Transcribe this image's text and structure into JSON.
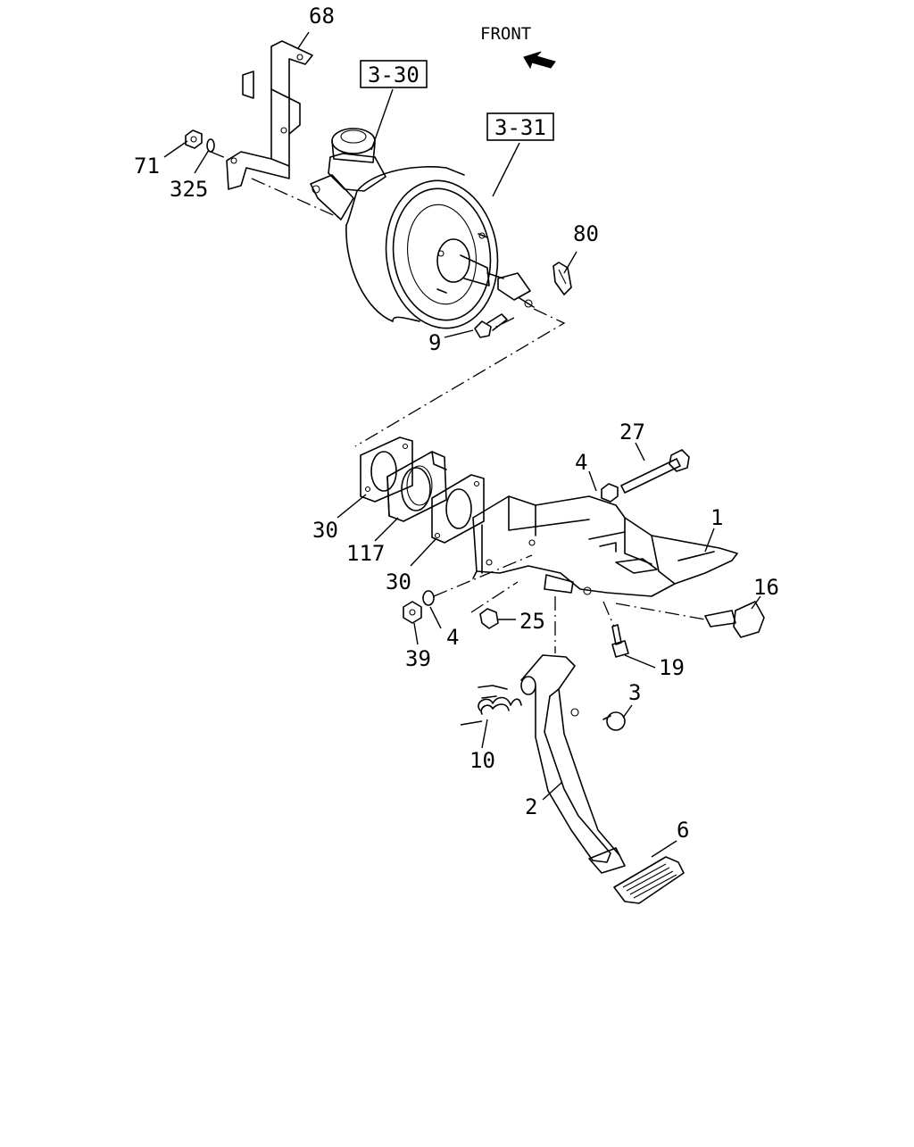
{
  "diagram": {
    "front_label": "FRONT",
    "ref_boxes": [
      "3-30",
      "3-31"
    ],
    "callouts": {
      "c68": "68",
      "c71": "71",
      "c325": "325",
      "c80": "80",
      "c9": "9",
      "c27": "27",
      "c4a": "4",
      "c1": "1",
      "c16": "16",
      "c30a": "30",
      "c117": "117",
      "c30b": "30",
      "c25": "25",
      "c39": "39",
      "c4b": "4",
      "c19": "19",
      "c3": "3",
      "c10": "10",
      "c2": "2",
      "c6": "6"
    }
  }
}
